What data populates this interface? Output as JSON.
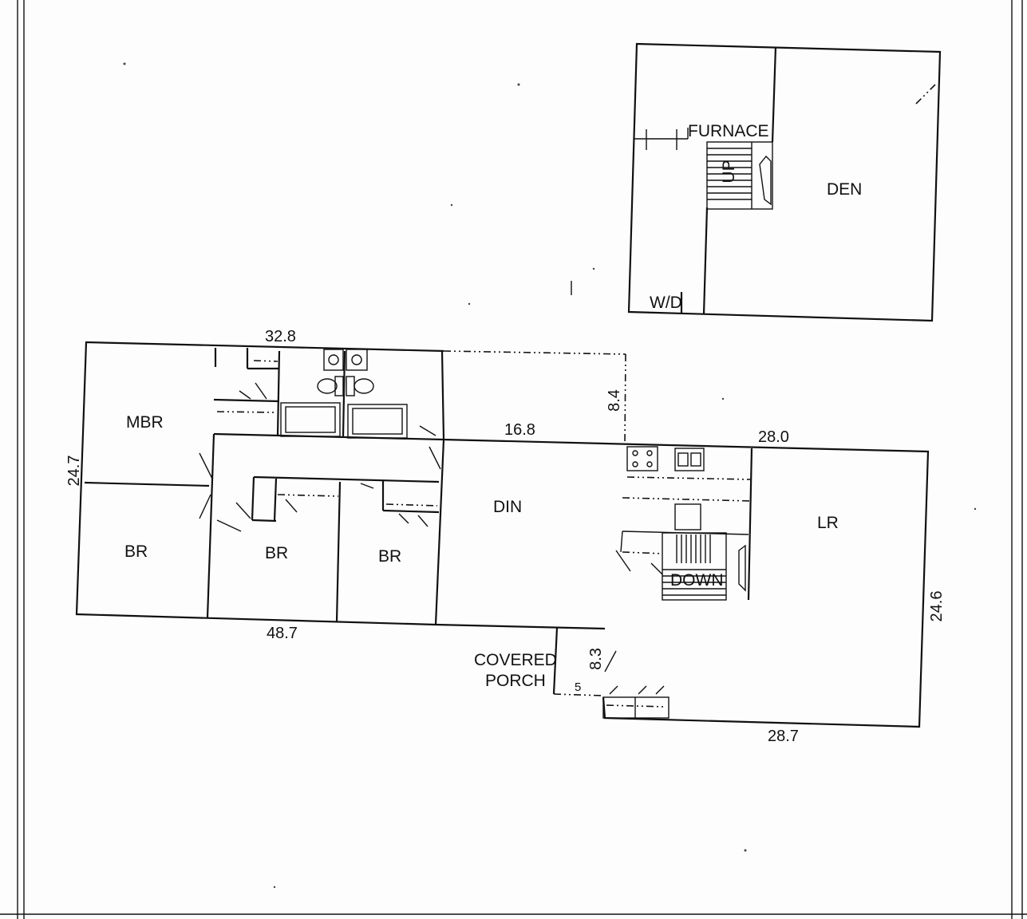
{
  "rooms": {
    "furnace": "FURNACE",
    "up": "UP",
    "den": "DEN",
    "wd": "W/D",
    "mbr": "MBR",
    "br1": "BR",
    "br2": "BR",
    "br3": "BR",
    "din": "DIN",
    "lr": "LR",
    "down": "DOWN",
    "covered": "COVERED",
    "porch": "PORCH"
  },
  "dimensions": {
    "top_left_width": "32.8",
    "left_height": "24.7",
    "bump_height": "8.4",
    "din_width": "16.8",
    "lr_width": "28.0",
    "bottom_left_width": "48.7",
    "right_height": "24.6",
    "bottom_right_width": "28.7",
    "porch_depth": "8.3",
    "porch_width": "5"
  }
}
